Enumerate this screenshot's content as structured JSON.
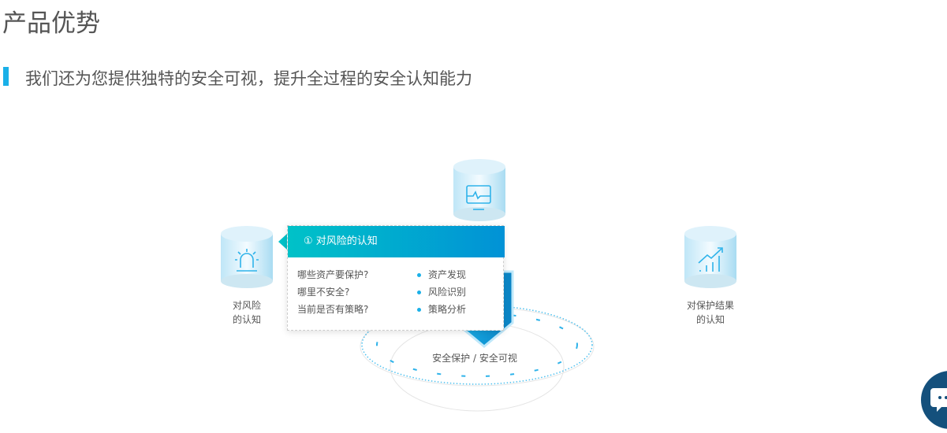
{
  "header": {
    "title": "产品优势",
    "subtitle": "我们还为您提供独特的安全可视，提升全过程的安全认知能力"
  },
  "diagram": {
    "center_label": "安全保护 / 安全可视",
    "nodes": [
      {
        "label_line1": "对风险",
        "label_line2": "的认知",
        "icon": "alarm-icon"
      },
      {
        "icon": "monitor-icon"
      },
      {
        "label_line1": "对保护结果",
        "label_line2": "的认知",
        "icon": "chart-up-icon"
      }
    ],
    "popup": {
      "title": "① 对风险的认知",
      "questions": [
        "哪些资产要保护?",
        "哪里不安全?",
        "当前是否有策略?"
      ],
      "points": [
        "资产发现",
        "风险识别",
        "策略分析"
      ]
    }
  },
  "colors": {
    "accent": "#1ab0e8",
    "chat": "#14507c"
  }
}
